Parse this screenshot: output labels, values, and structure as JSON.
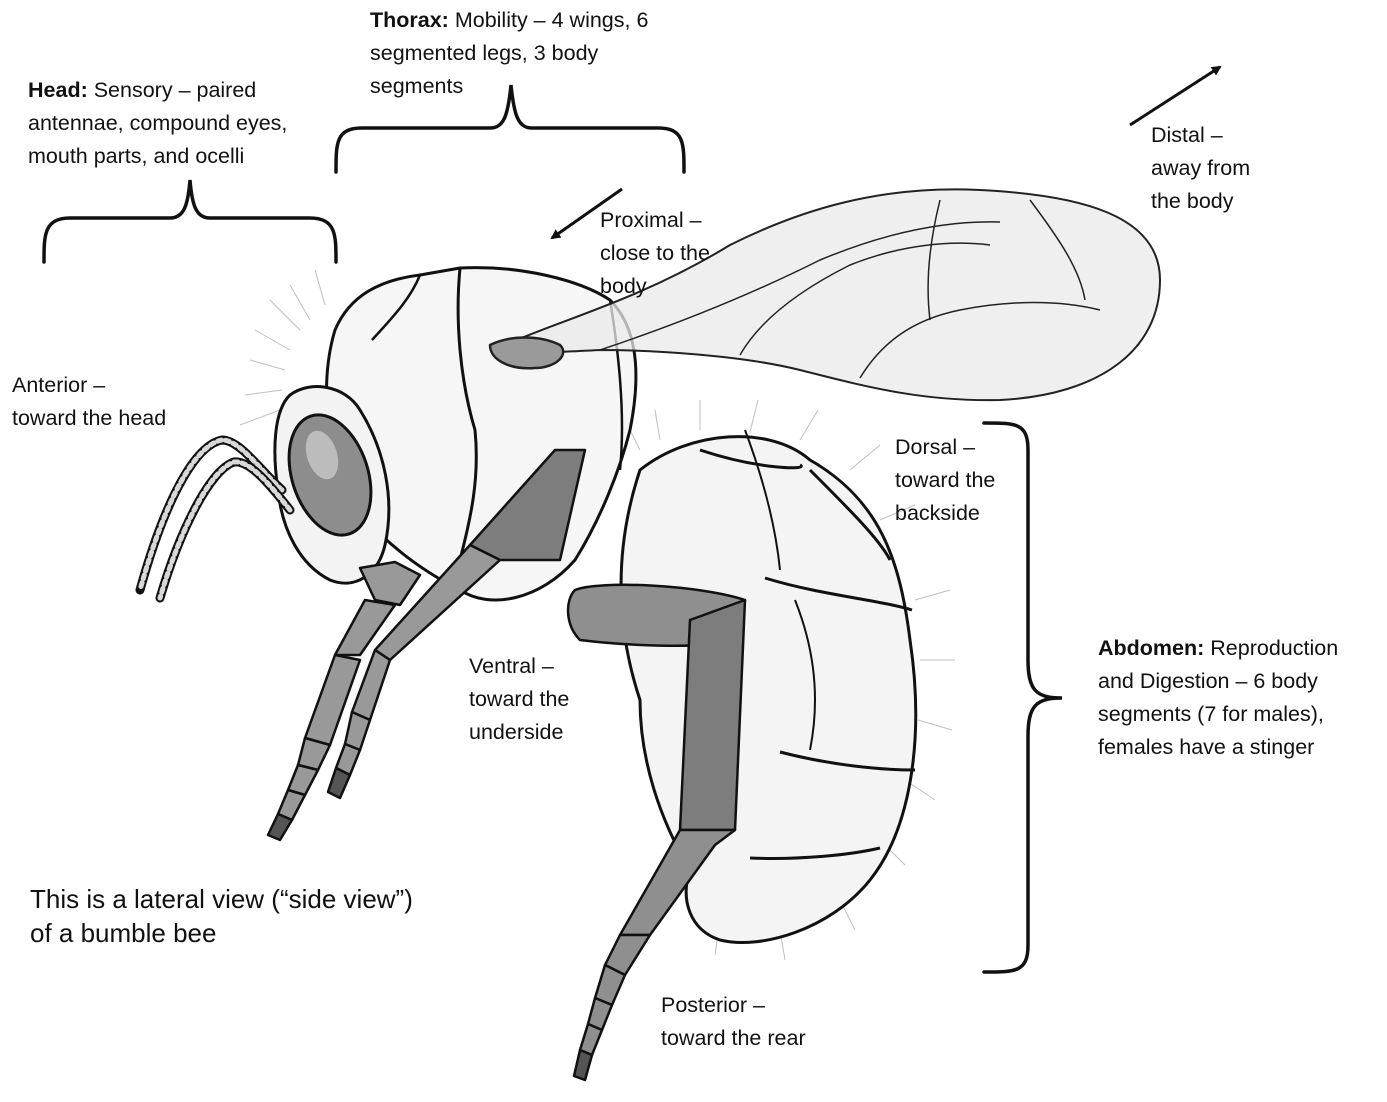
{
  "labels": {
    "head": {
      "term": "Head:",
      "line1": "Sensory – paired",
      "line2": "antennae, compound eyes,",
      "line3": "mouth parts, and ocelli"
    },
    "thorax": {
      "term": "Thorax:",
      "line1": "Mobility – 4 wings, 6",
      "line2": "segmented legs, 3 body",
      "line3": "segments"
    },
    "abdomen": {
      "term": "Abdomen:",
      "line1": "Reproduction",
      "line2": "and Digestion – 6 body",
      "line3": "segments (7 for males),",
      "line4": "females have a stinger"
    },
    "proximal": {
      "line1": "Proximal –",
      "line2": "close to the",
      "line3": "body"
    },
    "distal": {
      "line1": "Distal –",
      "line2": "away from",
      "line3": "the body"
    },
    "anterior": {
      "line1": "Anterior –",
      "line2": "toward the head"
    },
    "dorsal": {
      "line1": "Dorsal –",
      "line2": "toward the",
      "line3": "backside"
    },
    "ventral": {
      "line1": "Ventral –",
      "line2": "toward the",
      "line3": "underside"
    },
    "posterior": {
      "line1": "Posterior –",
      "line2": "toward the rear"
    }
  },
  "caption": {
    "line1": "This is a lateral view (“side view”)",
    "line2": "of a bumble bee"
  },
  "colors": {
    "ink": "#111111",
    "body_light": "#efefef",
    "body_mid": "#9a9a9a",
    "body_dark": "#6f6f6f",
    "wing_fill": "#e6e6e6"
  }
}
